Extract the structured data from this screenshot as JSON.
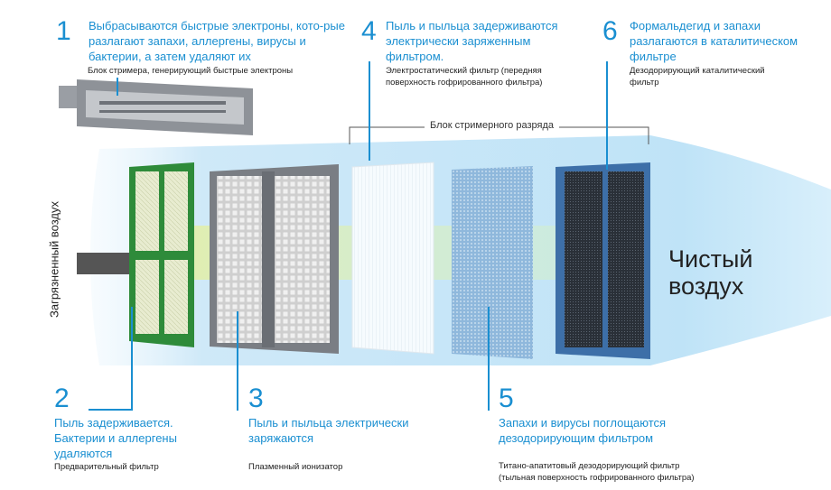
{
  "steps": [
    {
      "number": "1",
      "title": "Выбрасываются быстрые электроны, кото-рые разлагают запахи, аллергены, вирусы и бактерии, а затем удаляют их",
      "caption": "Блок стримера, генерирующий быстрые электроны"
    },
    {
      "number": "2",
      "title": "Пыль задерживается. Бактерии и аллергены удаляются",
      "caption": "Предварительный фильтр"
    },
    {
      "number": "3",
      "title": "Пыль и пыльца электрически заряжаются",
      "caption": "Плазменный ионизатор"
    },
    {
      "number": "4",
      "title": "Пыль и пыльца задерживаются электрически заряженным фильтром.",
      "caption": "Электростатический фильтр (передняя поверхность гофрированного фильтра)"
    },
    {
      "number": "5",
      "title": "Запахи и вирусы поглощаются дезодорирующим фильтром",
      "caption": "Титано-апатитовый дезодорирующий фильтр (тыльная поверхность гофрированного фильтра)"
    },
    {
      "number": "6",
      "title": "Формальдегид и запахи разлагаются в каталитическом фильтре",
      "caption": "Дезодорирующий каталитический фильтр"
    }
  ],
  "labels": {
    "streamer_block": "Блок стримерного разряда",
    "dirty_air": "Загрязненный воздух",
    "clean_air": "Чистый воздух"
  },
  "colors": {
    "accent": "#1a8fd1",
    "glow": "#bfe3f7",
    "prefilter": "#2e8b3a"
  }
}
